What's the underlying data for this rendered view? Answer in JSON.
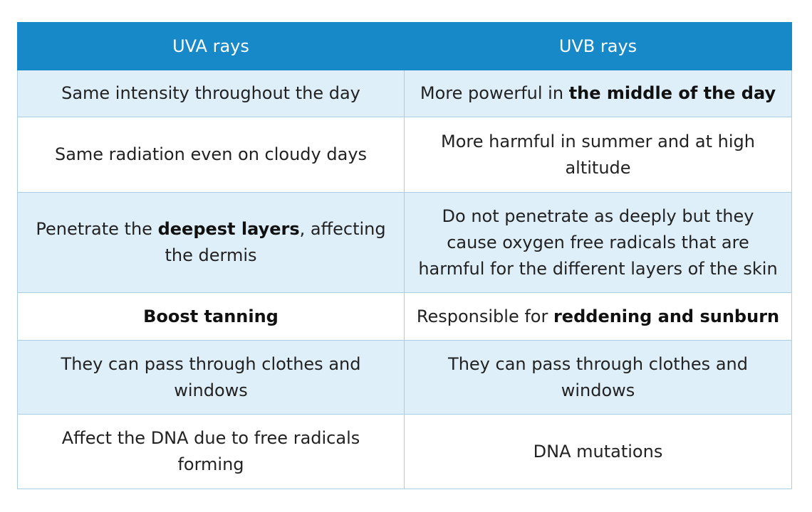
{
  "table": {
    "headers": [
      "UVA rays",
      "UVB rays"
    ],
    "rows": [
      {
        "uva": [
          {
            "t": "Same intensity throughout the day",
            "b": false
          }
        ],
        "uvb": [
          {
            "t": "More powerful in ",
            "b": false
          },
          {
            "t": "the middle of the day",
            "b": true
          }
        ]
      },
      {
        "uva": [
          {
            "t": "Same radiation even on cloudy days",
            "b": false
          }
        ],
        "uvb": [
          {
            "t": "More harmful in summer and at high altitude",
            "b": false
          }
        ]
      },
      {
        "uva": [
          {
            "t": "Penetrate the ",
            "b": false
          },
          {
            "t": "deepest layers",
            "b": true
          },
          {
            "t": ", affecting the dermis",
            "b": false
          }
        ],
        "uvb": [
          {
            "t": "Do not penetrate as deeply but they cause oxygen free radicals that are harmful for the different layers of the skin",
            "b": false
          }
        ]
      },
      {
        "uva": [
          {
            "t": "Boost tanning",
            "b": true
          }
        ],
        "uvb": [
          {
            "t": "Responsible for ",
            "b": false
          },
          {
            "t": "reddening and sunburn",
            "b": true
          }
        ]
      },
      {
        "uva": [
          {
            "t": "They can pass through clothes and windows",
            "b": false
          }
        ],
        "uvb": [
          {
            "t": "They can pass through clothes and windows",
            "b": false
          }
        ]
      },
      {
        "uva": [
          {
            "t": "Affect the DNA due to free radicals forming",
            "b": false
          }
        ],
        "uvb": [
          {
            "t": "DNA mutations",
            "b": false
          }
        ]
      }
    ]
  }
}
